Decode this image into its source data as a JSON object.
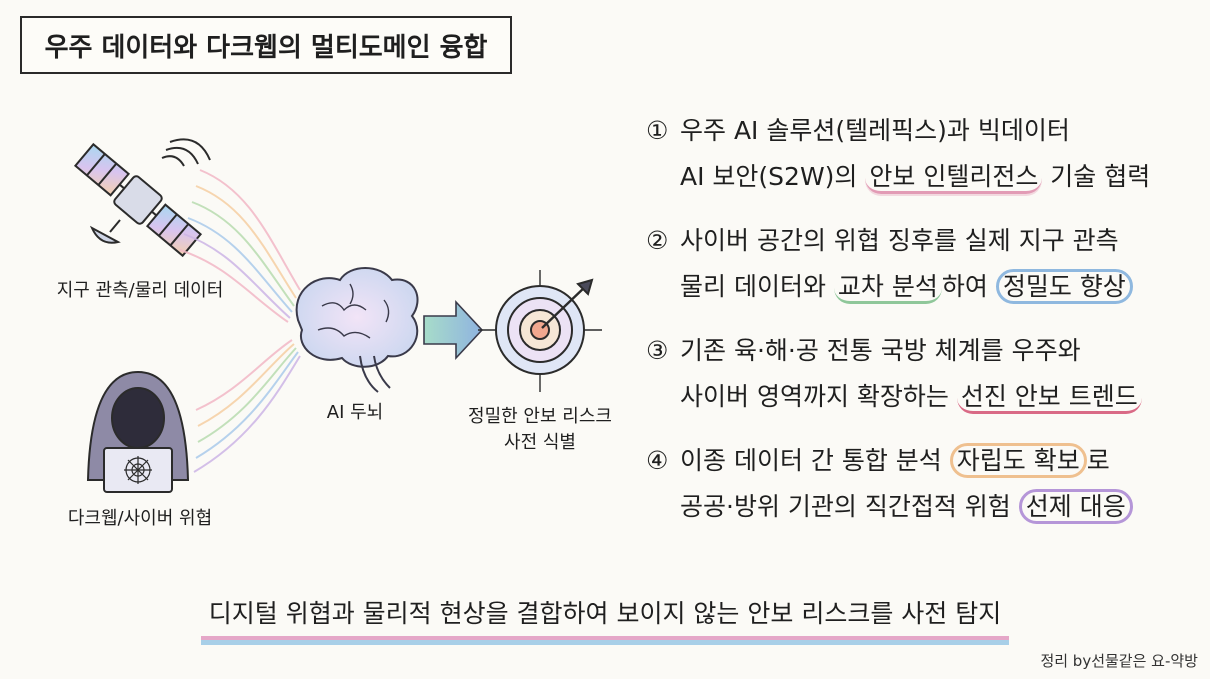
{
  "title": "우주 데이터와 다크웹의 멀티도메인 융합",
  "left": {
    "satellite_label": "지구 관측/물리 데이터",
    "hacker_label": "다크웹/사이버 위협",
    "brain_label": "AI 두뇌",
    "target_label_1": "정밀한 안보 리스크",
    "target_label_2": "사전 식별"
  },
  "points": [
    {
      "num": "①",
      "line1": "우주 AI 솔루션(텔레픽스)과 빅데이터",
      "line2_pre": "AI 보안(S2W)의 ",
      "line2_hl": "안보 인텔리전스",
      "line2_post": " 기술 협력"
    },
    {
      "num": "②",
      "line1": "사이버 공간의 위협 징후를 실제 지구 관측",
      "line2_pre": "물리 데이터와 ",
      "line2_hl": "교차 분석",
      "line2_mid": "하여 ",
      "line2_hl2": "정밀도 향상"
    },
    {
      "num": "③",
      "line1": "기존 육·해·공 전통 국방 체계를 우주와",
      "line2_pre": "사이버 영역까지 확장하는 ",
      "line2_hl": "선진 안보 트렌드"
    },
    {
      "num": "④",
      "line1_pre": "이종 데이터 간 통합 분석 ",
      "line1_hl": "자립도 확보",
      "line1_post": "로",
      "line2_pre": "공공·방위 기관의 직간접적 위험 ",
      "line2_hl": "선제 대응"
    }
  ],
  "summary": "디지털 위협과 물리적 현상을 결합하여 보이지 않는 안보 리스크를 사전 탐지",
  "credit": "정리 by선물같은 요-약방"
}
